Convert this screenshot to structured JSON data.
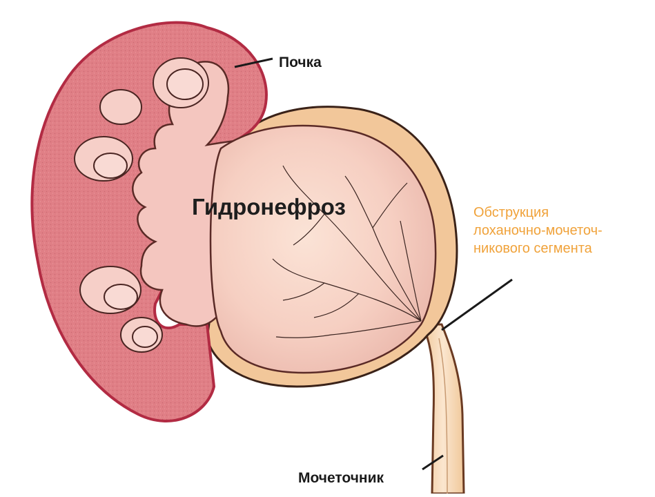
{
  "labels": {
    "kidney": "Почка",
    "hydronephrosis": "Гидронефроз",
    "obstruction": [
      "Обструкция",
      "лоханочно-мочеточ-",
      "никового сегмента"
    ],
    "ureter": "Мочеточник"
  },
  "colors": {
    "cortex": "#e07f86",
    "cortex_outline": "#b22b43",
    "pelvis": "#f6d0c3",
    "pelvis_wall": "#f2c79a",
    "annotation": "#f0a23a",
    "text": "#1a1a1a"
  }
}
